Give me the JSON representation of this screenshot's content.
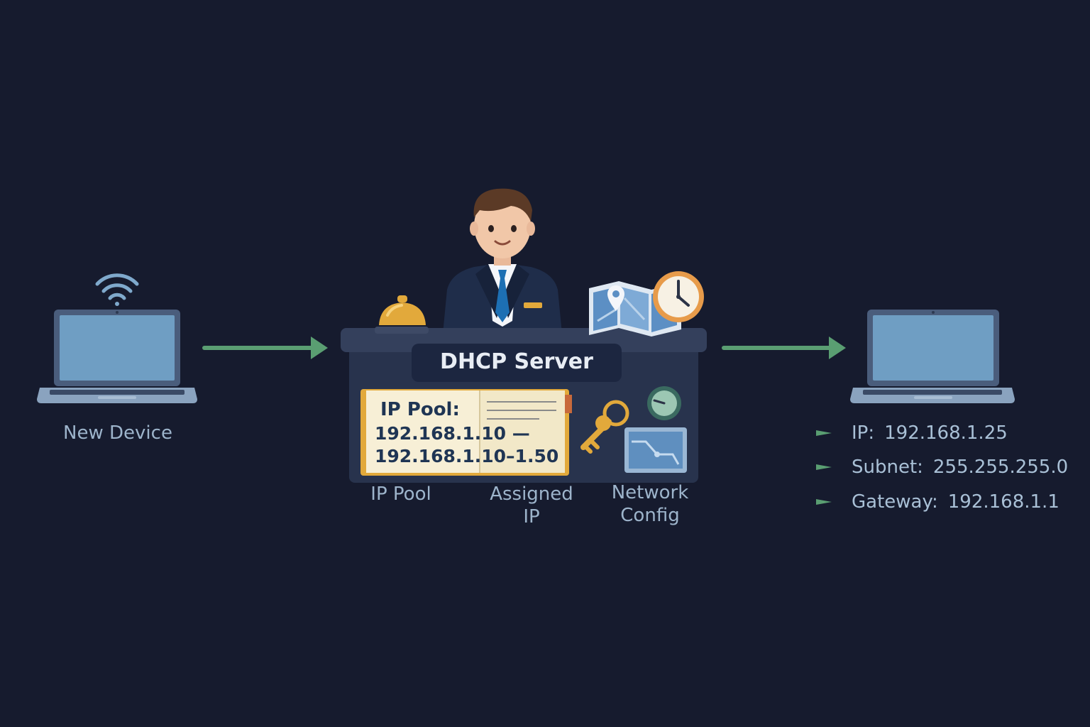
{
  "source_device": {
    "label": "New Device",
    "icon": "wifi-icon"
  },
  "server": {
    "title": "DHCP Server",
    "pool_book": {
      "heading": "IP Pool:",
      "line1": "192.168.1.10 —",
      "line2": "192.168.1.10–1.50"
    },
    "labels": {
      "ip_pool": "IP Pool",
      "assigned_ip_line1": "Assigned",
      "assigned_ip_line2": "IP",
      "network_config_line1": "Network",
      "network_config_line2": "Config"
    },
    "icons": [
      "bell-icon",
      "map-icon",
      "clock-icon",
      "key-icon",
      "gauge-icon",
      "network-map-icon"
    ]
  },
  "assigned_config": [
    {
      "key": "IP:",
      "value": "192.168.1.25"
    },
    {
      "key": "Subnet:",
      "value": "255.255.255.0"
    },
    {
      "key": "Gateway:",
      "value": "192.168.1.1"
    }
  ],
  "colors": {
    "background": "#161b2e",
    "arrow": "#5a9e72",
    "screen": "#6f9ec3",
    "desk": "#2a3652",
    "label_text": "#9db4cb",
    "accent_gold": "#e2a93b"
  }
}
